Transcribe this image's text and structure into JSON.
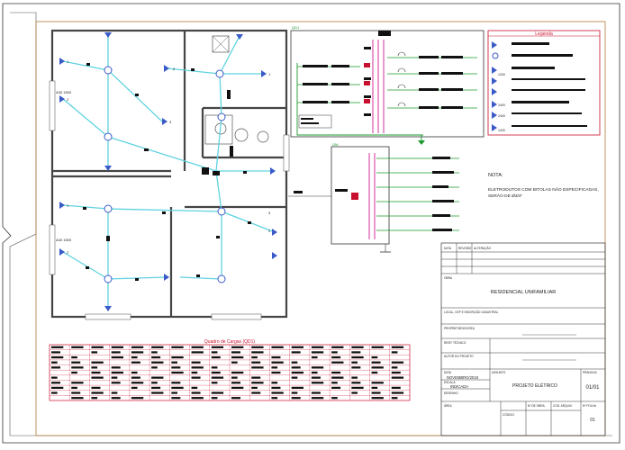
{
  "drawing": {
    "legend_title": "Legenda",
    "note_title": "NOTA:",
    "note_line1": "ELETRODUTOS COM BITOLAS NÃO ESPECIFICADAS,",
    "note_line2": "SERÃO DE Ø3/4\"",
    "qdc_title": "Quadro de Cargas (QD1)",
    "qd1_label": "QD1",
    "qm_label": "QM",
    "legend_side_labels": [
      "1200",
      "2400",
      "2400",
      "1200"
    ]
  },
  "plan_labels": {
    "room_a": "A30 1500",
    "room_b": "A30 1500",
    "lamp_numbers": [
      "1",
      "2",
      "2",
      "3",
      "1",
      "1",
      "3",
      "2",
      "2"
    ]
  },
  "title_block": {
    "col_data": "DATA",
    "col_revisao": "REVISÃO",
    "col_alteracao": "ALTERAÇÃO",
    "obra_label": "OBRA",
    "obra_value": "RESIDENCIAL UNIFAMILIAR",
    "local_label": "LOCAL, CEP E INSCRIÇÃO CADASTRAL",
    "proprietario_label": "PROPRIETÁRIO/CREA",
    "resp_tecnico_label": "RESP. TÉCNICO",
    "autor_label": "AUTOR DO PROJETO",
    "data_label": "DATA",
    "data_value": "NOVEMBRO/2018",
    "escala_label": "ESCALA",
    "escala_value": "INDICADA",
    "desenho_label": "DESENHO",
    "assunto_label": "ASSUNTO",
    "assunto_value": "PROJETO ELÉTRICO",
    "prancha_label": "PRANCHA",
    "prancha_value": "01/01",
    "area_label": "ÁREA",
    "nr_label": "Nº DE OBRA",
    "codigo_label": "CÓDIGO",
    "cod_label2": "COD. ARQUIV.",
    "folha_label": "Nº FOLHA",
    "folha_value": "01"
  }
}
